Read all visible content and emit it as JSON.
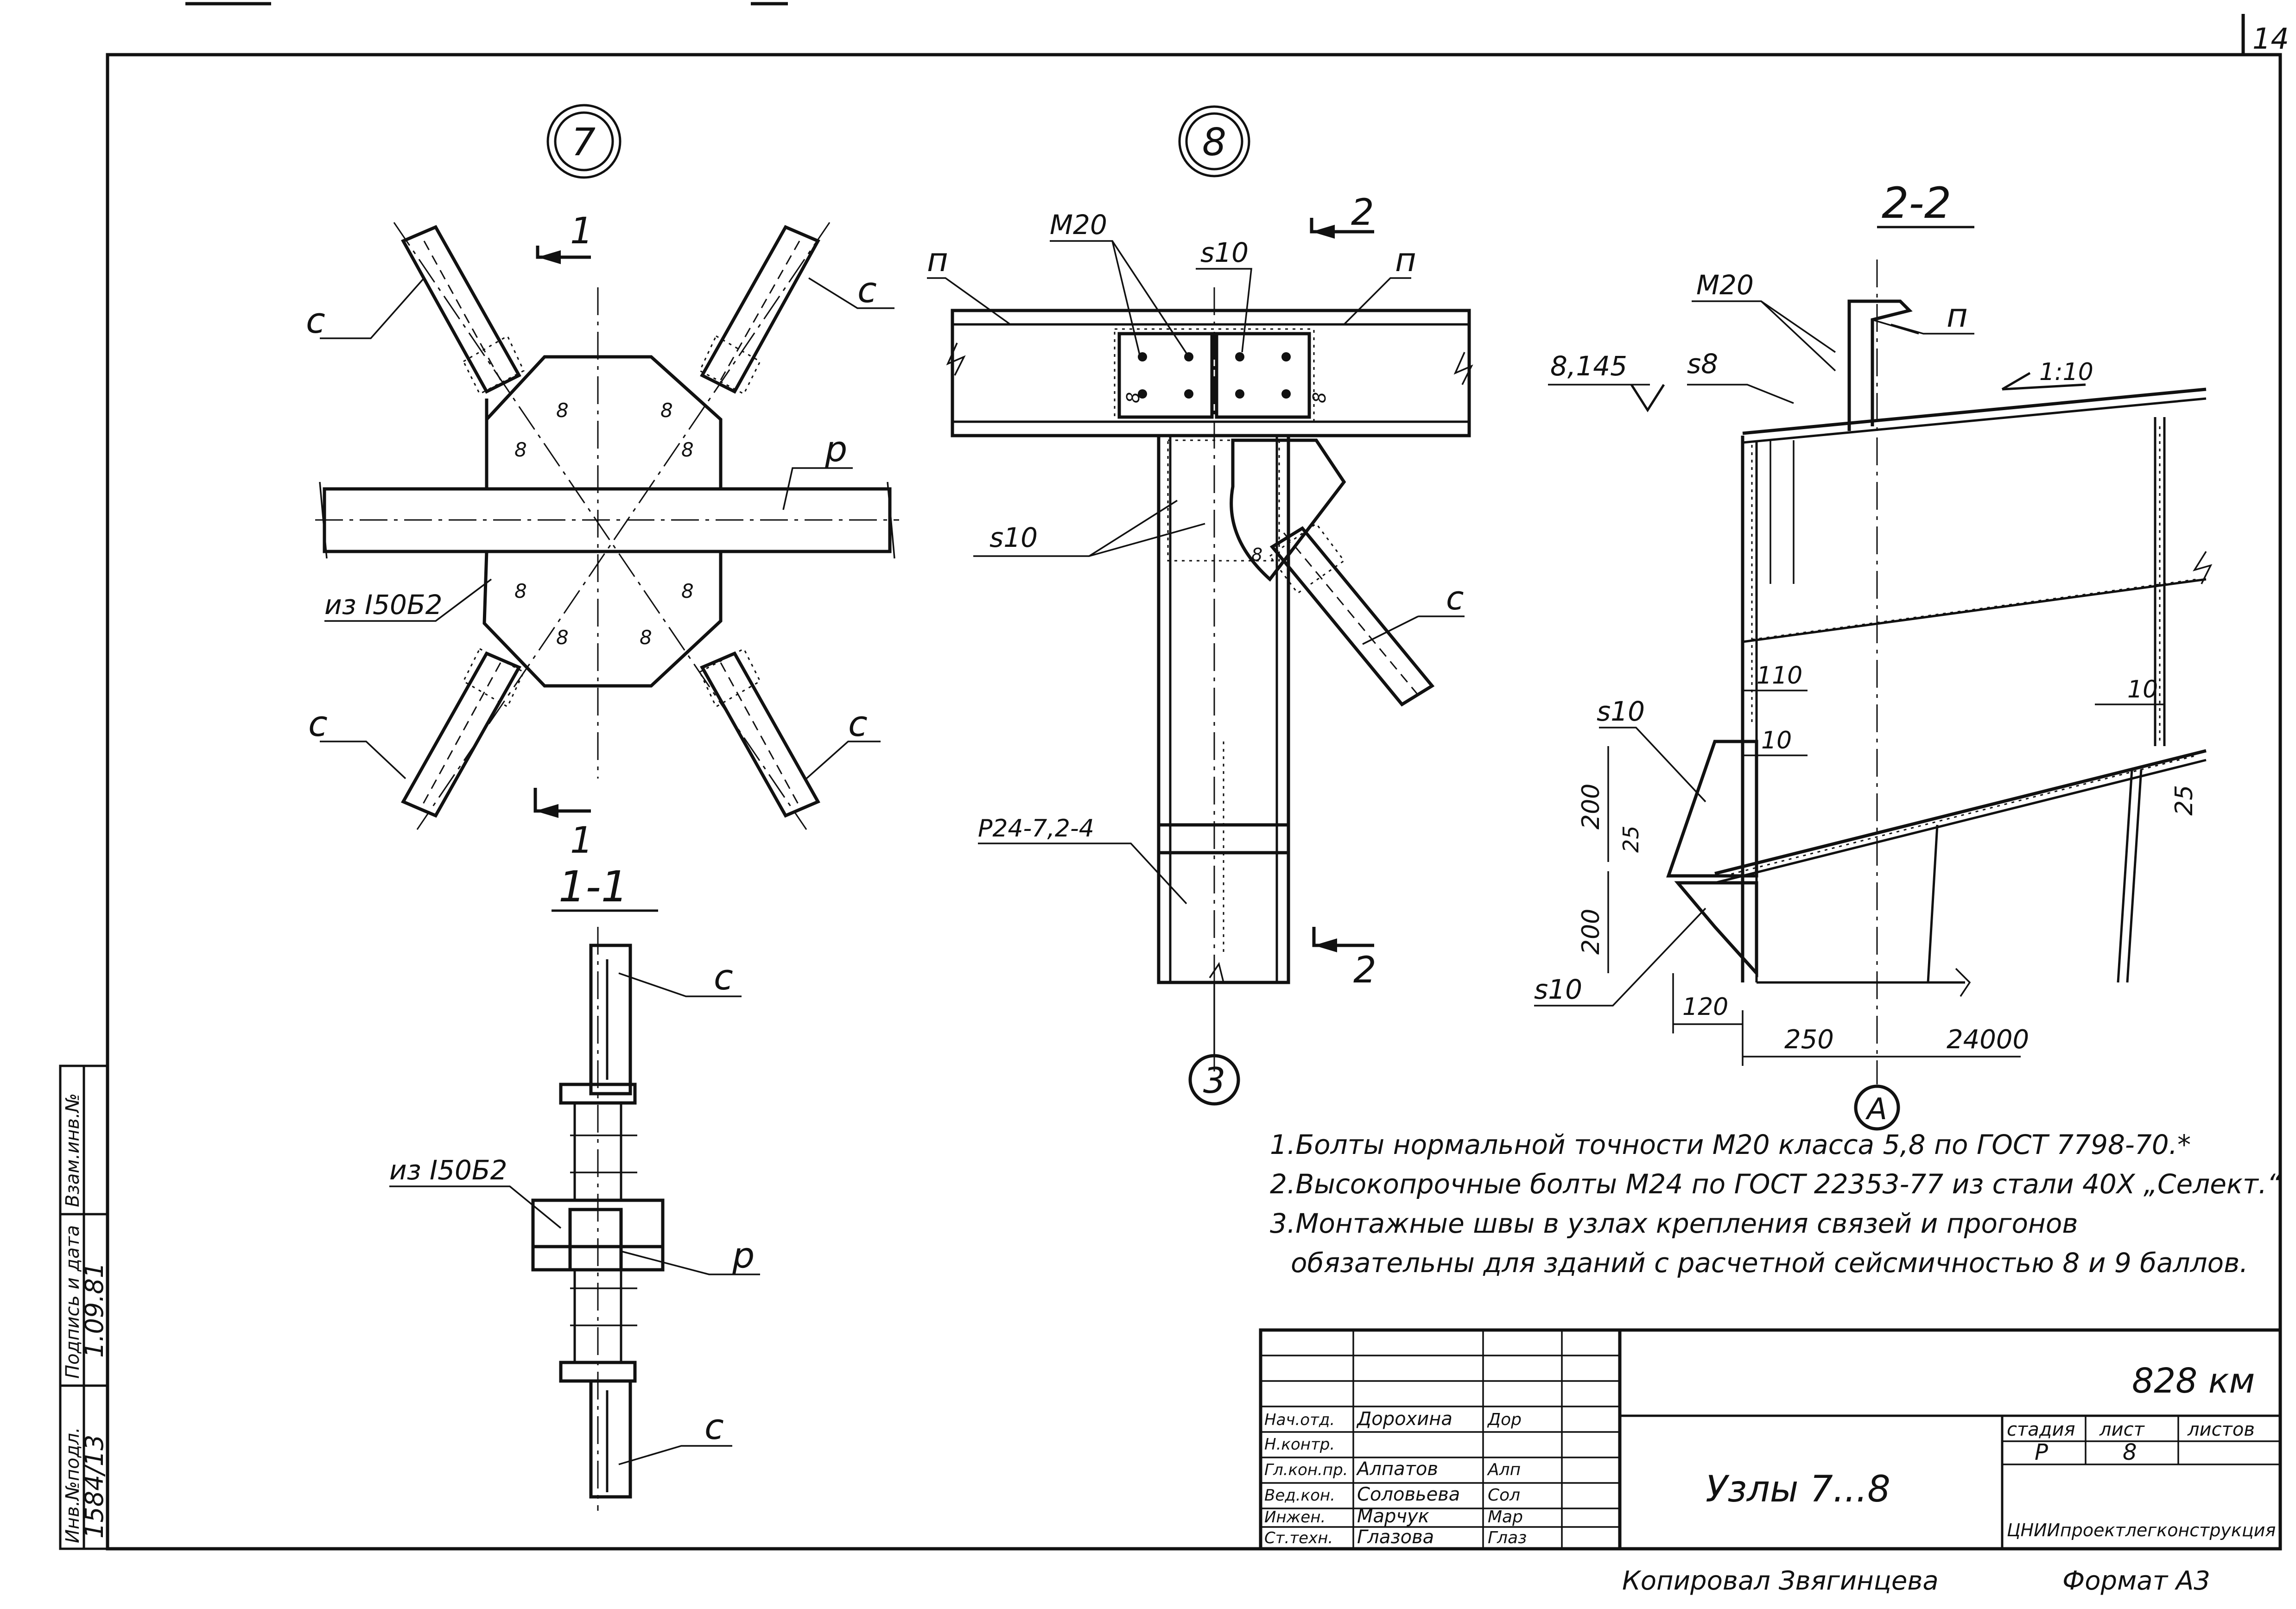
{
  "sheet": {
    "page_number": "14",
    "frame_color": "#111111"
  },
  "margin_stamp": {
    "inv_orig_label": "Инв.№подл.",
    "inv_orig_value": "1584/13",
    "signature_date_label": "Подпись и дата",
    "signature_date_value": "1.09.81",
    "replacement_label": "Взам.инв.№"
  },
  "node7": {
    "callout": "7",
    "section_mark": "1",
    "brace_label": "с",
    "strut_label": "р",
    "gusset_label": "из I50Б2",
    "weld_mark": "8"
  },
  "node8": {
    "callout": "8",
    "section_mark": "2",
    "purlin_label": "п",
    "bolt_label": "М20",
    "plate_top_label": "s10",
    "plate_mid_label": "s10",
    "bolt_hs_label": "Р24-7,2-4",
    "brace_label": "с",
    "column_axis": "3",
    "weld_mark": "8"
  },
  "section11": {
    "title": "1-1",
    "brace_label": "с",
    "strut_label": "р",
    "gusset_label": "из I50Б2"
  },
  "section22": {
    "title": "2-2",
    "bolt_label": "М20",
    "purlin_label": "п",
    "level_mark": "8,145",
    "plate_label": "s8",
    "slope": "1:10",
    "dim_110": "110",
    "dim_10_a": "10",
    "dim_10_b": "10",
    "plate_top": "s10",
    "plate_bottom": "s10",
    "dim_200_a": "200",
    "dim_200_b": "200",
    "dim_25_a": "25",
    "dim_25_b": "25",
    "dim_120": "120",
    "dim_250": "250",
    "dim_24000": "24000",
    "axis": "А"
  },
  "notes": [
    "1.Болты нормальной точности М20 класса 5,8 по ГОСТ 7798-70.*",
    "2.Высокопрочные болты М24 по ГОСТ 22353-77 из стали 40Х „Селект.“",
    "3.Монтажные швы в узлах крепления связей и прогонов",
    "обязательны для зданий с расчетной сейсмичностью 8 и 9 баллов."
  ],
  "title_block": {
    "code": "828 км",
    "title": "Узлы 7...8",
    "stage_header": "стадия",
    "sheet_header": "лист",
    "sheets_header": "листов",
    "stage": "Р",
    "sheet": "8",
    "sheets": "",
    "org": "ЦНИИпроектлегконструкция",
    "people": [
      {
        "role": "Нач.отд.",
        "name": "Дорохина",
        "sign": "Дор"
      },
      {
        "role": "Н.контр.",
        "name": "",
        "sign": ""
      },
      {
        "role": "Гл.кон.пр.",
        "name": "Алпатов",
        "sign": "Алп"
      },
      {
        "role": "Вед.кон.",
        "name": "Соловьева",
        "sign": "Сол"
      },
      {
        "role": "Инжен.",
        "name": "Марчук",
        "sign": "Мар"
      },
      {
        "role": "Ст.техн.",
        "name": "Глазова",
        "sign": "Глаз"
      }
    ]
  },
  "footer": {
    "copied_by": "Копировал Звягинцева",
    "format": "Формат А3"
  }
}
